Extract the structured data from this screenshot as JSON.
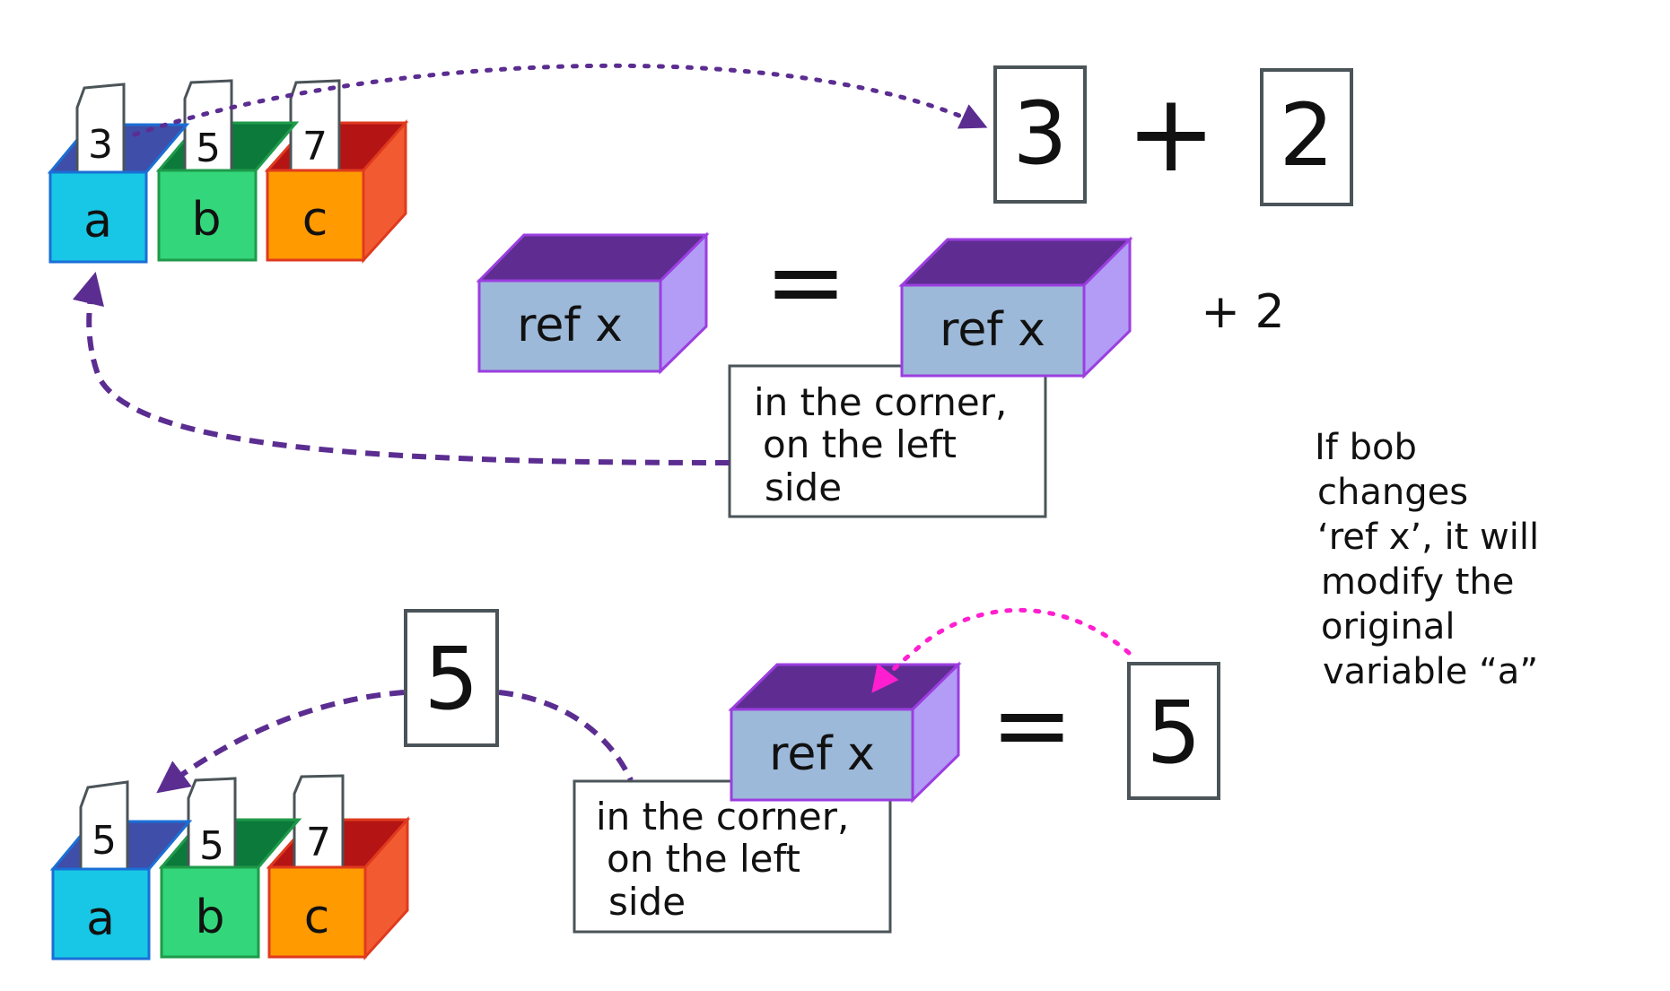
{
  "colors": {
    "purple_arrow": "#5b2d91",
    "pink_arrow": "#ff1fd0",
    "ref_box_front": "#9db9d9",
    "ref_box_side": "#b29cf5",
    "ref_box_top": "#5f2d91",
    "box_a": "#17c7e5",
    "box_b": "#33d67a",
    "box_c": "#ff9a00"
  },
  "top_boxes": [
    {
      "label": "a",
      "value": "3"
    },
    {
      "label": "b",
      "value": "5"
    },
    {
      "label": "c",
      "value": "7"
    }
  ],
  "bottom_boxes": [
    {
      "label": "a",
      "value": "5"
    },
    {
      "label": "b",
      "value": "5"
    },
    {
      "label": "c",
      "value": "7"
    }
  ],
  "expression": {
    "left_operand": "3",
    "operator": "+",
    "right_operand": "2"
  },
  "top_assignment": {
    "left_ref": "ref x",
    "equals": "=",
    "right_ref": "ref x",
    "suffix": "+ 2",
    "note": [
      "in the corner,",
      "on the left",
      "side"
    ]
  },
  "bottom_assignment": {
    "ref": "ref x",
    "equals": "=",
    "value": "5",
    "floating_value": "5",
    "note": [
      "in the corner,",
      "on the left",
      "side"
    ]
  },
  "side_note": [
    "If bob",
    "changes",
    "‘ref x’, it will",
    "modify the",
    "original",
    "variable “a”"
  ]
}
